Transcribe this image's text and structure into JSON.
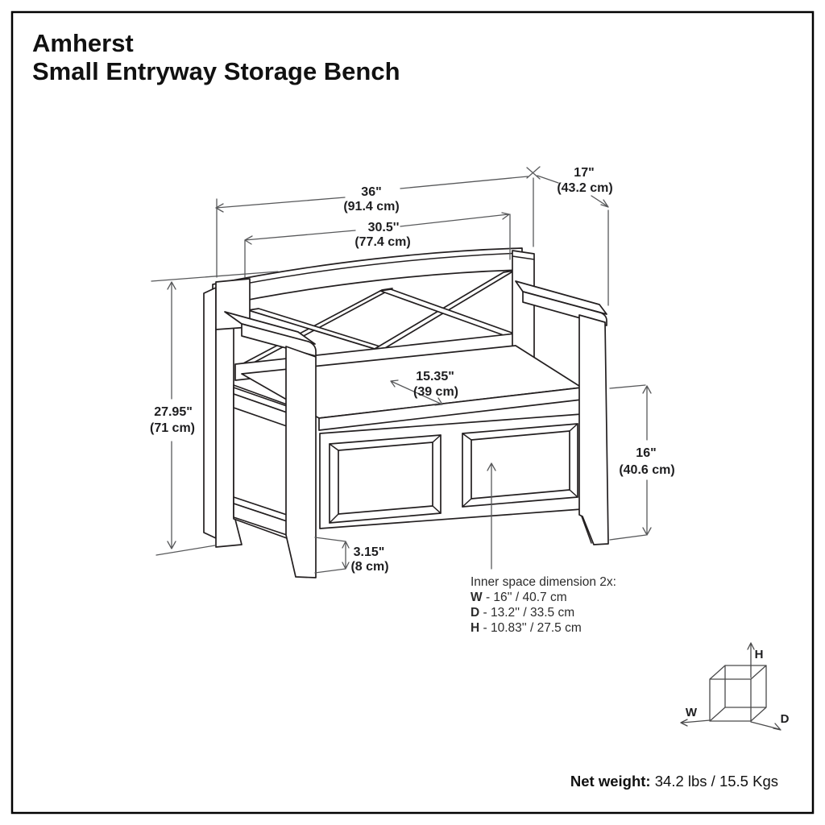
{
  "header": {
    "brand": "Amherst",
    "product": "Small Entryway Storage Bench"
  },
  "dimensions": {
    "overall_width": {
      "inches": "36\"",
      "metric": "(91.4 cm)"
    },
    "back_width": {
      "inches": "30.5''",
      "metric": "(77.4 cm)"
    },
    "overall_depth": {
      "inches": "17\"",
      "metric": "(43.2 cm)"
    },
    "overall_height": {
      "inches": "27.95\"",
      "metric": "(71 cm)"
    },
    "seat_depth": {
      "inches": "15.35\"",
      "metric": "(39 cm)"
    },
    "seat_height": {
      "inches": "16\"",
      "metric": "(40.6 cm)"
    },
    "floor_clearance": {
      "inches": "3.15\"",
      "metric": "(8 cm)"
    }
  },
  "inner_space": {
    "heading": "Inner space dimension 2x:",
    "rows": [
      {
        "axis": "W",
        "value": " - 16'' / 40.7 cm"
      },
      {
        "axis": "D",
        "value": " - 13.2'' / 33.5 cm"
      },
      {
        "axis": "H",
        "value": " - 10.83'' / 27.5 cm"
      }
    ]
  },
  "axis_cube": {
    "width_label": "W",
    "depth_label": "D",
    "height_label": "H"
  },
  "footer": {
    "net_weight_label": "Net weight:",
    "net_weight_value": " 34.2 lbs / 15.5 Kgs"
  },
  "colors": {
    "drawing_line": "#231f20",
    "dimension_line": "#58595b",
    "text": "#1d1d1f",
    "background": "#ffffff"
  }
}
